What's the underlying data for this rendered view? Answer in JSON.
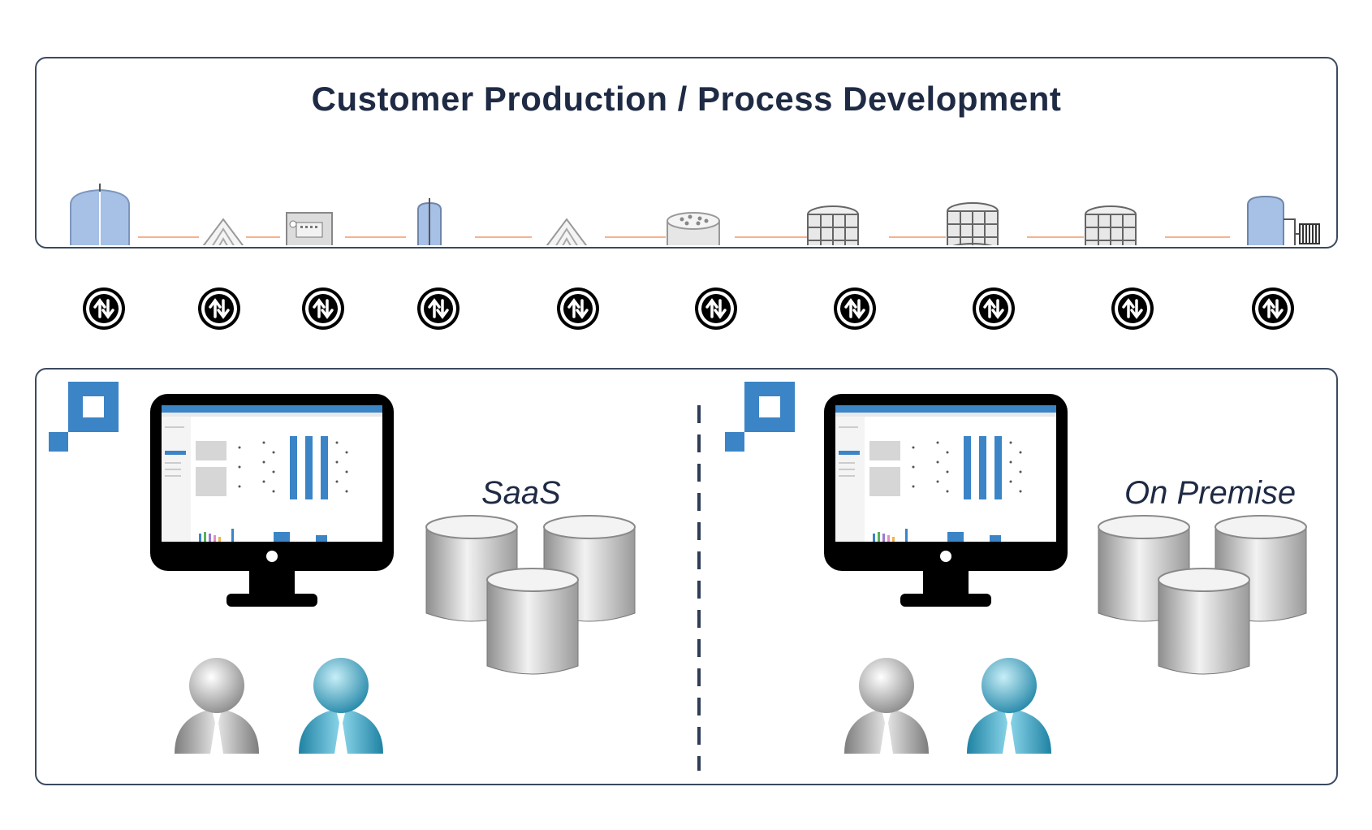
{
  "title": "Customer Production / Process Development",
  "deployments": [
    {
      "label": "SaaS"
    },
    {
      "label": "On Premise"
    }
  ],
  "process_equipment": [
    {
      "icon": "bioreactor-large-icon"
    },
    {
      "icon": "filter-icon"
    },
    {
      "icon": "controller-box-icon"
    },
    {
      "icon": "bioreactor-small-icon"
    },
    {
      "icon": "filter-icon"
    },
    {
      "icon": "vessel-round-icon"
    },
    {
      "icon": "vessel-cart-icon"
    },
    {
      "icon": "vessel-cart-icon"
    },
    {
      "icon": "vessel-cart-icon"
    },
    {
      "icon": "storage-tank-coil-icon"
    }
  ],
  "exchange_icons_count": 10,
  "colors": {
    "border": "#3a4a60",
    "title": "#1f2a44",
    "accent_blue": "#3b84c6",
    "flow_line": "#f6b28e",
    "vessel_blue": "#a7c0e6"
  }
}
